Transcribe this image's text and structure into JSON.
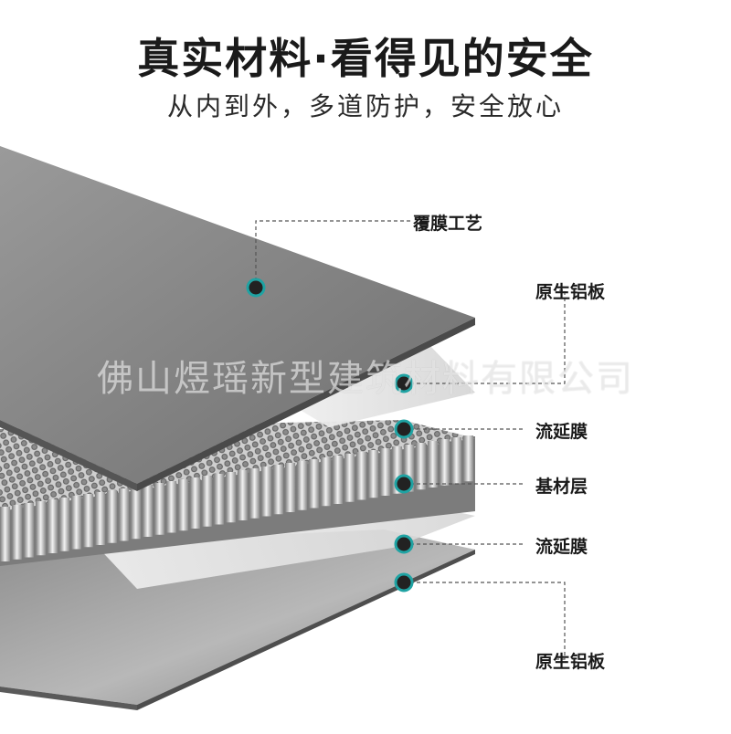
{
  "header": {
    "title": "真实材料·看得见的安全",
    "subtitle": "从内到外，多道防护，安全放心"
  },
  "watermark": "佛山煜瑶新型建筑材料有限公司",
  "layers": [
    {
      "label": "覆膜工艺"
    },
    {
      "label": "原生铝板"
    },
    {
      "label": "流延膜"
    },
    {
      "label": "基材层"
    },
    {
      "label": "流延膜"
    },
    {
      "label": "原生铝板"
    }
  ],
  "colors": {
    "marker_ring": "#1fa3a3",
    "marker_core": "#222222",
    "leader": "#555555"
  }
}
